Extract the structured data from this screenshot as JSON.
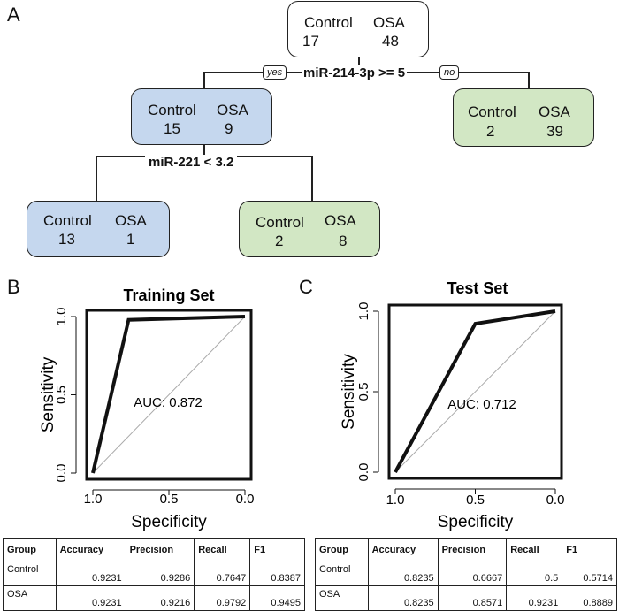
{
  "panels": {
    "a": "A",
    "b": "B",
    "c": "C"
  },
  "tree": {
    "root": {
      "labels": [
        "Control",
        "OSA"
      ],
      "counts": [
        "17",
        "48"
      ],
      "color": "#ffffff"
    },
    "split1": "miR-214-3p >= 5",
    "yes": "yes",
    "no": "no",
    "left": {
      "labels": [
        "Control",
        "OSA"
      ],
      "counts": [
        "15",
        "9"
      ],
      "color": "#c5d7ee"
    },
    "right": {
      "labels": [
        "Control",
        "OSA"
      ],
      "counts": [
        "2",
        "39"
      ],
      "color": "#d2e7c4"
    },
    "split2": "miR-221 < 3.2",
    "leftleft": {
      "labels": [
        "Control",
        "OSA"
      ],
      "counts": [
        "13",
        "1"
      ],
      "color": "#c5d7ee"
    },
    "leftright": {
      "labels": [
        "Control",
        "OSA"
      ],
      "counts": [
        "2",
        "8"
      ],
      "color": "#d2e7c4"
    }
  },
  "chart_data": [
    {
      "type": "line",
      "title": "Training Set",
      "xlabel": "Specificity",
      "ylabel": "Sensitivity",
      "x_reversed": true,
      "xlim": [
        1.0,
        0.0
      ],
      "ylim": [
        0.0,
        1.0
      ],
      "xticks": [
        "1.0",
        "0.5",
        "0.0"
      ],
      "yticks": [
        "0.0",
        "0.5",
        "1.0"
      ],
      "series": [
        {
          "x": [
            1.0,
            0.765,
            0.0
          ],
          "y": [
            0.0,
            0.979,
            1.0
          ]
        }
      ],
      "annotation": "AUC: 0.872"
    },
    {
      "type": "line",
      "title": "Test Set",
      "xlabel": "Specificity",
      "ylabel": "Sensitivity",
      "x_reversed": true,
      "xlim": [
        1.0,
        0.0
      ],
      "ylim": [
        0.0,
        1.0
      ],
      "xticks": [
        "1.0",
        "0.5",
        "0.0"
      ],
      "yticks": [
        "0.0",
        "0.5",
        "1.0"
      ],
      "series": [
        {
          "x": [
            1.0,
            0.5,
            0.0
          ],
          "y": [
            0.0,
            0.923,
            1.0
          ]
        }
      ],
      "annotation": "AUC: 0.712"
    }
  ],
  "tables": [
    {
      "headers": [
        "Group",
        "Accuracy",
        "Precision",
        "Recall",
        "F1"
      ],
      "rows": [
        [
          "Control",
          "0.9231",
          "0.9286",
          "0.7647",
          "0.8387"
        ],
        [
          "OSA",
          "0.9231",
          "0.9216",
          "0.9792",
          "0.9495"
        ]
      ]
    },
    {
      "headers": [
        "Group",
        "Accuracy",
        "Precision",
        "Recall",
        "F1"
      ],
      "rows": [
        [
          "Control",
          "0.8235",
          "0.6667",
          "0.5",
          "0.5714"
        ],
        [
          "OSA",
          "0.8235",
          "0.8571",
          "0.9231",
          "0.8889"
        ]
      ]
    }
  ]
}
